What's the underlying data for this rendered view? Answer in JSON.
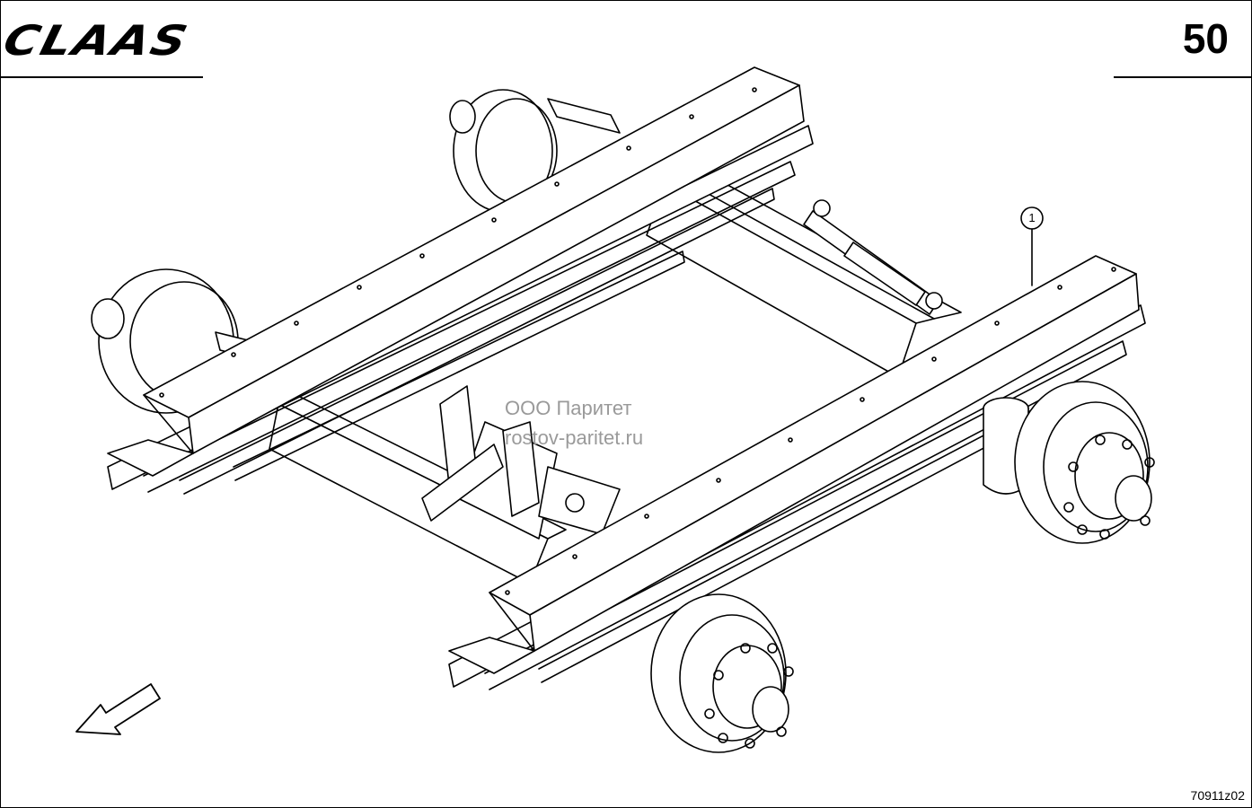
{
  "header": {
    "brand": "CLAAS",
    "page_number": "50"
  },
  "callouts": [
    {
      "label": "1"
    }
  ],
  "watermark": {
    "line1": "ООО Паритет",
    "line2": "rostov-paritet.ru"
  },
  "footer": {
    "drawing_code": "70911z02"
  },
  "icons": {
    "direction": "arrow-down-left-icon"
  }
}
